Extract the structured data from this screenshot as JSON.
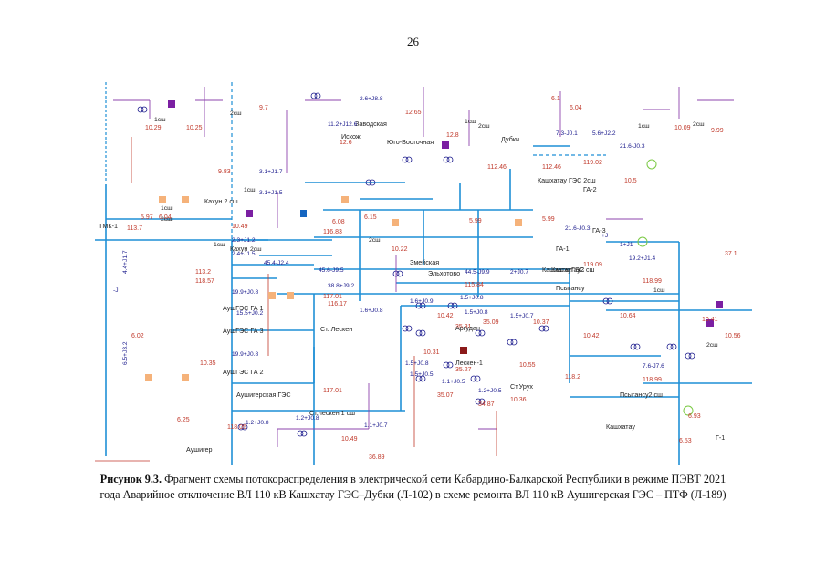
{
  "page": {
    "number": "26"
  },
  "figure": {
    "caption_label": "Рисунок 9.3.",
    "caption_text": "Фрагмент схемы потокораспределения в электрической сети Кабардино-Балкарской Республики в режиме ПЭВТ 2021 года Аварийное отключение ВЛ 110 кВ Кашхатау ГЭС–Дубки (Л-102) в схеме ремонта ВЛ 110 кВ Аушигерская ГЭС – ПТФ (Л-189)"
  },
  "schematic": {
    "colors": {
      "bus": "#1f8fd6",
      "voltage": "#c0392b",
      "flow": "#1a1a8c",
      "label": "#222222",
      "branch": "#8e44ad",
      "load": "#f5b27a",
      "gen_yellow": "#f2d64b",
      "gen_green": "#7ac943",
      "purple_block": "#7b1fa2",
      "brown_block": "#8b1a1a",
      "blue_block": "#1565c0"
    },
    "substations": [
      {
        "id": "tmk1",
        "name": "ТМК-1"
      },
      {
        "id": "zavod",
        "name": "Заводская"
      },
      {
        "id": "iskozh",
        "name": "Искож"
      },
      {
        "id": "yugo",
        "name": "Юго-Восточная"
      },
      {
        "id": "dubki",
        "name": "Дубки"
      },
      {
        "id": "kashkhatau_ges",
        "name": "Кашхатау ГЭС 2сш"
      },
      {
        "id": "ga2",
        "name": "ГА-2"
      },
      {
        "id": "ga3",
        "name": "ГА-3"
      },
      {
        "id": "ga1",
        "name": "ГА-1"
      },
      {
        "id": "kakhun2",
        "name": "Кахун 2 сш"
      },
      {
        "id": "kakhun",
        "name": "Кахун"
      },
      {
        "id": "zmeyskaya",
        "name": "Змейская"
      },
      {
        "id": "elkhotovo",
        "name": "Эльхотово"
      },
      {
        "id": "kashkhatau2",
        "name": "Кашхатау2 сш"
      },
      {
        "id": "kashkhatau_ges_line",
        "name": "КашхатауГЭС"
      },
      {
        "id": "psygansu",
        "name": "Псыгансу"
      },
      {
        "id": "psygansu2",
        "name": "Псыгансу2 сш"
      },
      {
        "id": "aush_ga1",
        "name": "АушГЭС ГА 1"
      },
      {
        "id": "aush_ga3",
        "name": "АушГЭС ГА 3"
      },
      {
        "id": "aush_ga2",
        "name": "АушГЭС ГА 2"
      },
      {
        "id": "aush_ges",
        "name": "Аушигерская ГЭС"
      },
      {
        "id": "st_lesken",
        "name": "Ст. Лескен"
      },
      {
        "id": "st_lesken1",
        "name": "Ст.лескен 1 сш"
      },
      {
        "id": "argudan",
        "name": "Аргудан"
      },
      {
        "id": "lesken1",
        "name": "Лескен-1"
      },
      {
        "id": "st_urukh",
        "name": "Ст.Урух"
      },
      {
        "id": "kashkhatau",
        "name": "Кашхатау"
      },
      {
        "id": "aushiger",
        "name": "Аушигер"
      },
      {
        "id": "g1",
        "name": "Г-1"
      }
    ],
    "bus_labels": [
      "1сш",
      "2сш",
      "1сш",
      "2сш",
      "1сш",
      "2сш",
      "1сш",
      "2сш",
      "1сш",
      "2сш",
      "1сш",
      "2сш",
      "1сш",
      "2сш"
    ],
    "voltages": [
      "10.29",
      "10.25",
      "12.65",
      "12.8",
      "10.09",
      "9.99",
      "12.6",
      "112.46",
      "112.46",
      "119.02",
      "10.5",
      "5.97",
      "6.04",
      "6.08",
      "6.15",
      "5.99",
      "5.99",
      "10.49",
      "116.83",
      "118.57",
      "116.17",
      "115.84",
      "119.09",
      "118.99",
      "10.22",
      "117.01",
      "10.42",
      "35.31",
      "35.09",
      "10.37",
      "10.64",
      "10.41",
      "10.56",
      "6.02",
      "10.35",
      "10.31",
      "35.27",
      "10.55",
      "10.42",
      "118.2",
      "118.99",
      "117.01",
      "35.07",
      "34.87",
      "10.36",
      "118.05",
      "10.49",
      "36.89",
      "6.93",
      "6.53",
      "37.1",
      "9.83",
      "9.7",
      "6.25",
      "113.7",
      "113.2",
      "6.04",
      "6.1"
    ],
    "flows": [
      "2.6+J8.8",
      "11.2+J12.6",
      "7.3-J0.1",
      "5.6+J2.2",
      "21.6-J0.3",
      "21.6-J0.3",
      "3.1+J1.7",
      "3.1+J1.5",
      "2.3+J1.2",
      "2.4+J1.5",
      "45.4-J2.4",
      "45.6-J9.5",
      "44.5-J9.9",
      "38.8+J9.2",
      "19.9+J0.8",
      "19.9+J0.8",
      "15.5+J0.2",
      "1.6+J0.8",
      "1.6+J0.9",
      "1.5+J0.8",
      "1.5+J0.8",
      "1.5+J0.7",
      "1.5+J0.8",
      "1.5+J0.5",
      "1.1+J0.5",
      "1.2+J0.5",
      "1.2+J0.8",
      "1.2+J0.8",
      "1.1+J0.7",
      "19.2+J1.4",
      "1+J1",
      "7.6-J7.6",
      "2+J0.7",
      "4.4+J1.7",
      "6.5+J3.2"
    ],
    "misc": {
      "minus_j": "-J",
      "plus_j": "+J"
    }
  }
}
